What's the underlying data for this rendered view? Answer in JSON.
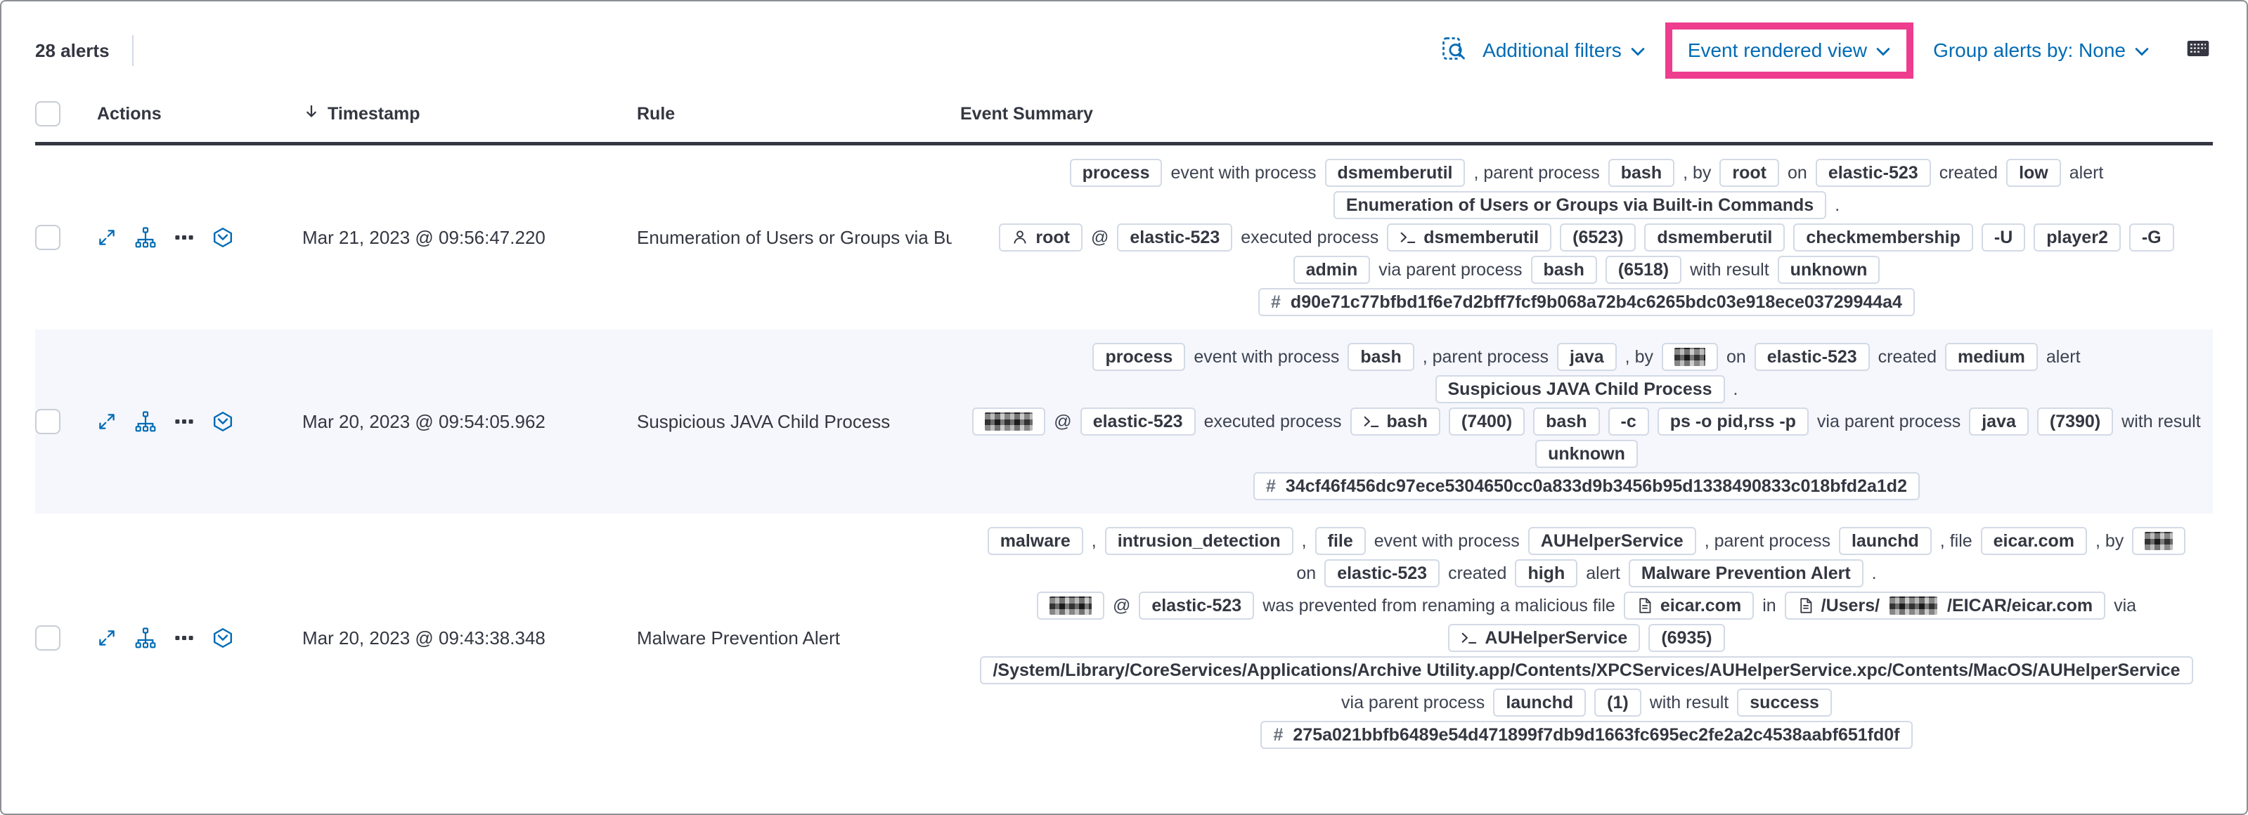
{
  "colors": {
    "accent_highlight": "#ee3d8f",
    "primary_blue": "#006bb4"
  },
  "toolbar": {
    "alerts_count": "28 alerts",
    "additional_filters": "Additional filters",
    "view_selector": "Event rendered view",
    "group_alerts": "Group alerts by: None"
  },
  "header": {
    "actions": "Actions",
    "timestamp": "Timestamp",
    "rule": "Rule",
    "summary": "Event Summary"
  },
  "rows": [
    {
      "timestamp": "Mar 21, 2023 @ 09:56:47.220",
      "rule": "Enumeration of Users or Groups via Bui",
      "striped": false,
      "lines": [
        [
          {
            "t": "badge",
            "v": "process",
            "n": "event-category-badge"
          },
          {
            "t": "text",
            "v": "event with process"
          },
          {
            "t": "badge",
            "v": "dsmemberutil",
            "n": "process-name-badge"
          },
          {
            "t": "text",
            "v": ", parent process"
          },
          {
            "t": "badge",
            "v": "bash",
            "n": "parent-process-badge"
          },
          {
            "t": "text",
            "v": ", by"
          },
          {
            "t": "badge",
            "v": "root",
            "n": "user-name-badge"
          },
          {
            "t": "text",
            "v": "on"
          },
          {
            "t": "badge",
            "v": "elastic-523",
            "n": "host-name-badge"
          },
          {
            "t": "text",
            "v": "created"
          },
          {
            "t": "badge",
            "v": "low",
            "n": "severity-badge"
          },
          {
            "t": "text",
            "v": "alert"
          }
        ],
        [
          {
            "t": "badge",
            "v": "Enumeration of Users or Groups via Built-in Commands",
            "n": "rule-name-badge"
          },
          {
            "t": "text",
            "v": "."
          }
        ],
        [
          {
            "t": "badge",
            "v": "root",
            "icon": "user",
            "n": "user-name-badge"
          },
          {
            "t": "text",
            "v": "@"
          },
          {
            "t": "badge",
            "v": "elastic-523",
            "n": "host-name-badge"
          },
          {
            "t": "text",
            "v": "executed process"
          },
          {
            "t": "badge",
            "v": "dsmemberutil",
            "icon": "terminal",
            "n": "process-badge"
          },
          {
            "t": "badge",
            "v": "(6523)",
            "n": "process-pid-badge"
          },
          {
            "t": "badge",
            "v": "dsmemberutil",
            "n": "process-arg-badge"
          },
          {
            "t": "badge",
            "v": "checkmembership",
            "n": "process-arg-badge"
          },
          {
            "t": "badge",
            "v": "-U",
            "n": "process-arg-badge"
          },
          {
            "t": "badge",
            "v": "player2",
            "n": "process-arg-badge"
          },
          {
            "t": "badge",
            "v": "-G",
            "n": "process-arg-badge"
          }
        ],
        [
          {
            "t": "badge",
            "v": "admin",
            "n": "process-arg-badge"
          },
          {
            "t": "text",
            "v": "via parent process"
          },
          {
            "t": "badge",
            "v": "bash",
            "n": "parent-process-badge"
          },
          {
            "t": "badge",
            "v": "(6518)",
            "n": "parent-pid-badge"
          },
          {
            "t": "text",
            "v": "with result"
          },
          {
            "t": "badge",
            "v": "unknown",
            "n": "exit-code-badge"
          }
        ],
        [
          {
            "t": "hash",
            "v": "d90e71c77bfbd1f6e7d2bff7fcf9b068a72b4c6265bdc03e918ece03729944a4"
          }
        ]
      ]
    },
    {
      "timestamp": "Mar 20, 2023 @ 09:54:05.962",
      "rule": "Suspicious JAVA Child Process",
      "striped": true,
      "lines": [
        [
          {
            "t": "badge",
            "v": "process",
            "n": "event-category-badge"
          },
          {
            "t": "text",
            "v": "event with process"
          },
          {
            "t": "badge",
            "v": "bash",
            "n": "process-name-badge"
          },
          {
            "t": "text",
            "v": ", parent process"
          },
          {
            "t": "badge",
            "v": "java",
            "n": "parent-process-badge"
          },
          {
            "t": "text",
            "v": ", by"
          },
          {
            "t": "redacted",
            "w": 22,
            "n": "redacted-user-badge"
          },
          {
            "t": "text",
            "v": "on"
          },
          {
            "t": "badge",
            "v": "elastic-523",
            "n": "host-name-badge"
          },
          {
            "t": "text",
            "v": "created"
          },
          {
            "t": "badge",
            "v": "medium",
            "n": "severity-badge"
          },
          {
            "t": "text",
            "v": "alert"
          }
        ],
        [
          {
            "t": "badge",
            "v": "Suspicious JAVA Child Process",
            "n": "rule-name-badge"
          },
          {
            "t": "text",
            "v": "."
          }
        ],
        [
          {
            "t": "redacted",
            "w": 34,
            "n": "redacted-user-badge"
          },
          {
            "t": "text",
            "v": "@"
          },
          {
            "t": "badge",
            "v": "elastic-523",
            "n": "host-name-badge"
          },
          {
            "t": "text",
            "v": "executed process"
          },
          {
            "t": "badge",
            "v": "bash",
            "icon": "terminal",
            "n": "process-badge"
          },
          {
            "t": "badge",
            "v": "(7400)",
            "n": "process-pid-badge"
          },
          {
            "t": "badge",
            "v": "bash",
            "n": "process-arg-badge"
          },
          {
            "t": "badge",
            "v": "-c",
            "n": "process-arg-badge"
          },
          {
            "t": "badge",
            "v": "ps -o pid,rss -p",
            "n": "process-arg-badge"
          },
          {
            "t": "text",
            "v": "via parent process"
          },
          {
            "t": "badge",
            "v": "java",
            "n": "parent-process-badge"
          },
          {
            "t": "badge",
            "v": "(7390)",
            "n": "parent-pid-badge"
          },
          {
            "t": "text",
            "v": "with result"
          }
        ],
        [
          {
            "t": "badge",
            "v": "unknown",
            "n": "exit-code-badge"
          }
        ],
        [
          {
            "t": "hash",
            "v": "34cf46f456dc97ece5304650cc0a833d9b3456b95d1338490833c018bfd2a1d2"
          }
        ]
      ]
    },
    {
      "timestamp": "Mar 20, 2023 @ 09:43:38.348",
      "rule": "Malware Prevention Alert",
      "striped": false,
      "lines": [
        [
          {
            "t": "badge",
            "v": "malware",
            "n": "event-category-badge"
          },
          {
            "t": "text",
            "v": ","
          },
          {
            "t": "badge",
            "v": "intrusion_detection",
            "n": "event-category-badge"
          },
          {
            "t": "text",
            "v": ","
          },
          {
            "t": "badge",
            "v": "file",
            "n": "event-category-badge"
          },
          {
            "t": "text",
            "v": "event with process"
          },
          {
            "t": "badge",
            "v": "AUHelperService",
            "n": "process-name-badge"
          },
          {
            "t": "text",
            "v": ", parent process"
          },
          {
            "t": "badge",
            "v": "launchd",
            "n": "parent-process-badge"
          },
          {
            "t": "text",
            "v": ", file"
          },
          {
            "t": "badge",
            "v": "eicar.com",
            "n": "file-name-badge"
          },
          {
            "t": "text",
            "v": ", by"
          },
          {
            "t": "redacted",
            "w": 20,
            "n": "redacted-user-badge"
          }
        ],
        [
          {
            "t": "text",
            "v": "on"
          },
          {
            "t": "badge",
            "v": "elastic-523",
            "n": "host-name-badge"
          },
          {
            "t": "text",
            "v": "created"
          },
          {
            "t": "badge",
            "v": "high",
            "n": "severity-badge"
          },
          {
            "t": "text",
            "v": "alert"
          },
          {
            "t": "badge",
            "v": "Malware Prevention Alert",
            "n": "rule-name-badge"
          },
          {
            "t": "text",
            "v": "."
          }
        ],
        [
          {
            "t": "redacted",
            "w": 30,
            "n": "redacted-user-badge"
          },
          {
            "t": "text",
            "v": "@"
          },
          {
            "t": "badge",
            "v": "elastic-523",
            "n": "host-name-badge"
          },
          {
            "t": "text",
            "v": "was prevented from renaming a malicious file"
          },
          {
            "t": "badge",
            "v": "eicar.com",
            "icon": "file",
            "n": "file-name-badge"
          },
          {
            "t": "text",
            "v": "in"
          },
          {
            "t": "fileRedacted",
            "pre": "/Users/",
            "post": "/EICAR/eicar.com",
            "icon": "file",
            "n": "file-path-badge"
          },
          {
            "t": "text",
            "v": "via"
          }
        ],
        [
          {
            "t": "badge",
            "v": "AUHelperService",
            "icon": "terminal",
            "n": "process-badge"
          },
          {
            "t": "badge",
            "v": "(6935)",
            "n": "process-pid-badge"
          }
        ],
        [
          {
            "t": "badge",
            "v": "/System/Library/CoreServices/Applications/Archive Utility.app/Contents/XPCServices/AUHelperService.xpc/Contents/MacOS/AUHelperService",
            "n": "process-executable-badge"
          }
        ],
        [
          {
            "t": "text",
            "v": "via parent process"
          },
          {
            "t": "badge",
            "v": "launchd",
            "n": "parent-process-badge"
          },
          {
            "t": "badge",
            "v": "(1)",
            "n": "parent-pid-badge"
          },
          {
            "t": "text",
            "v": "with result"
          },
          {
            "t": "badge",
            "v": "success",
            "n": "exit-code-badge"
          }
        ],
        [
          {
            "t": "hash",
            "v": "275a021bbfb6489e54d471899f7db9d1663fc695ec2fe2a2c4538aabf651fd0f"
          }
        ]
      ]
    }
  ]
}
